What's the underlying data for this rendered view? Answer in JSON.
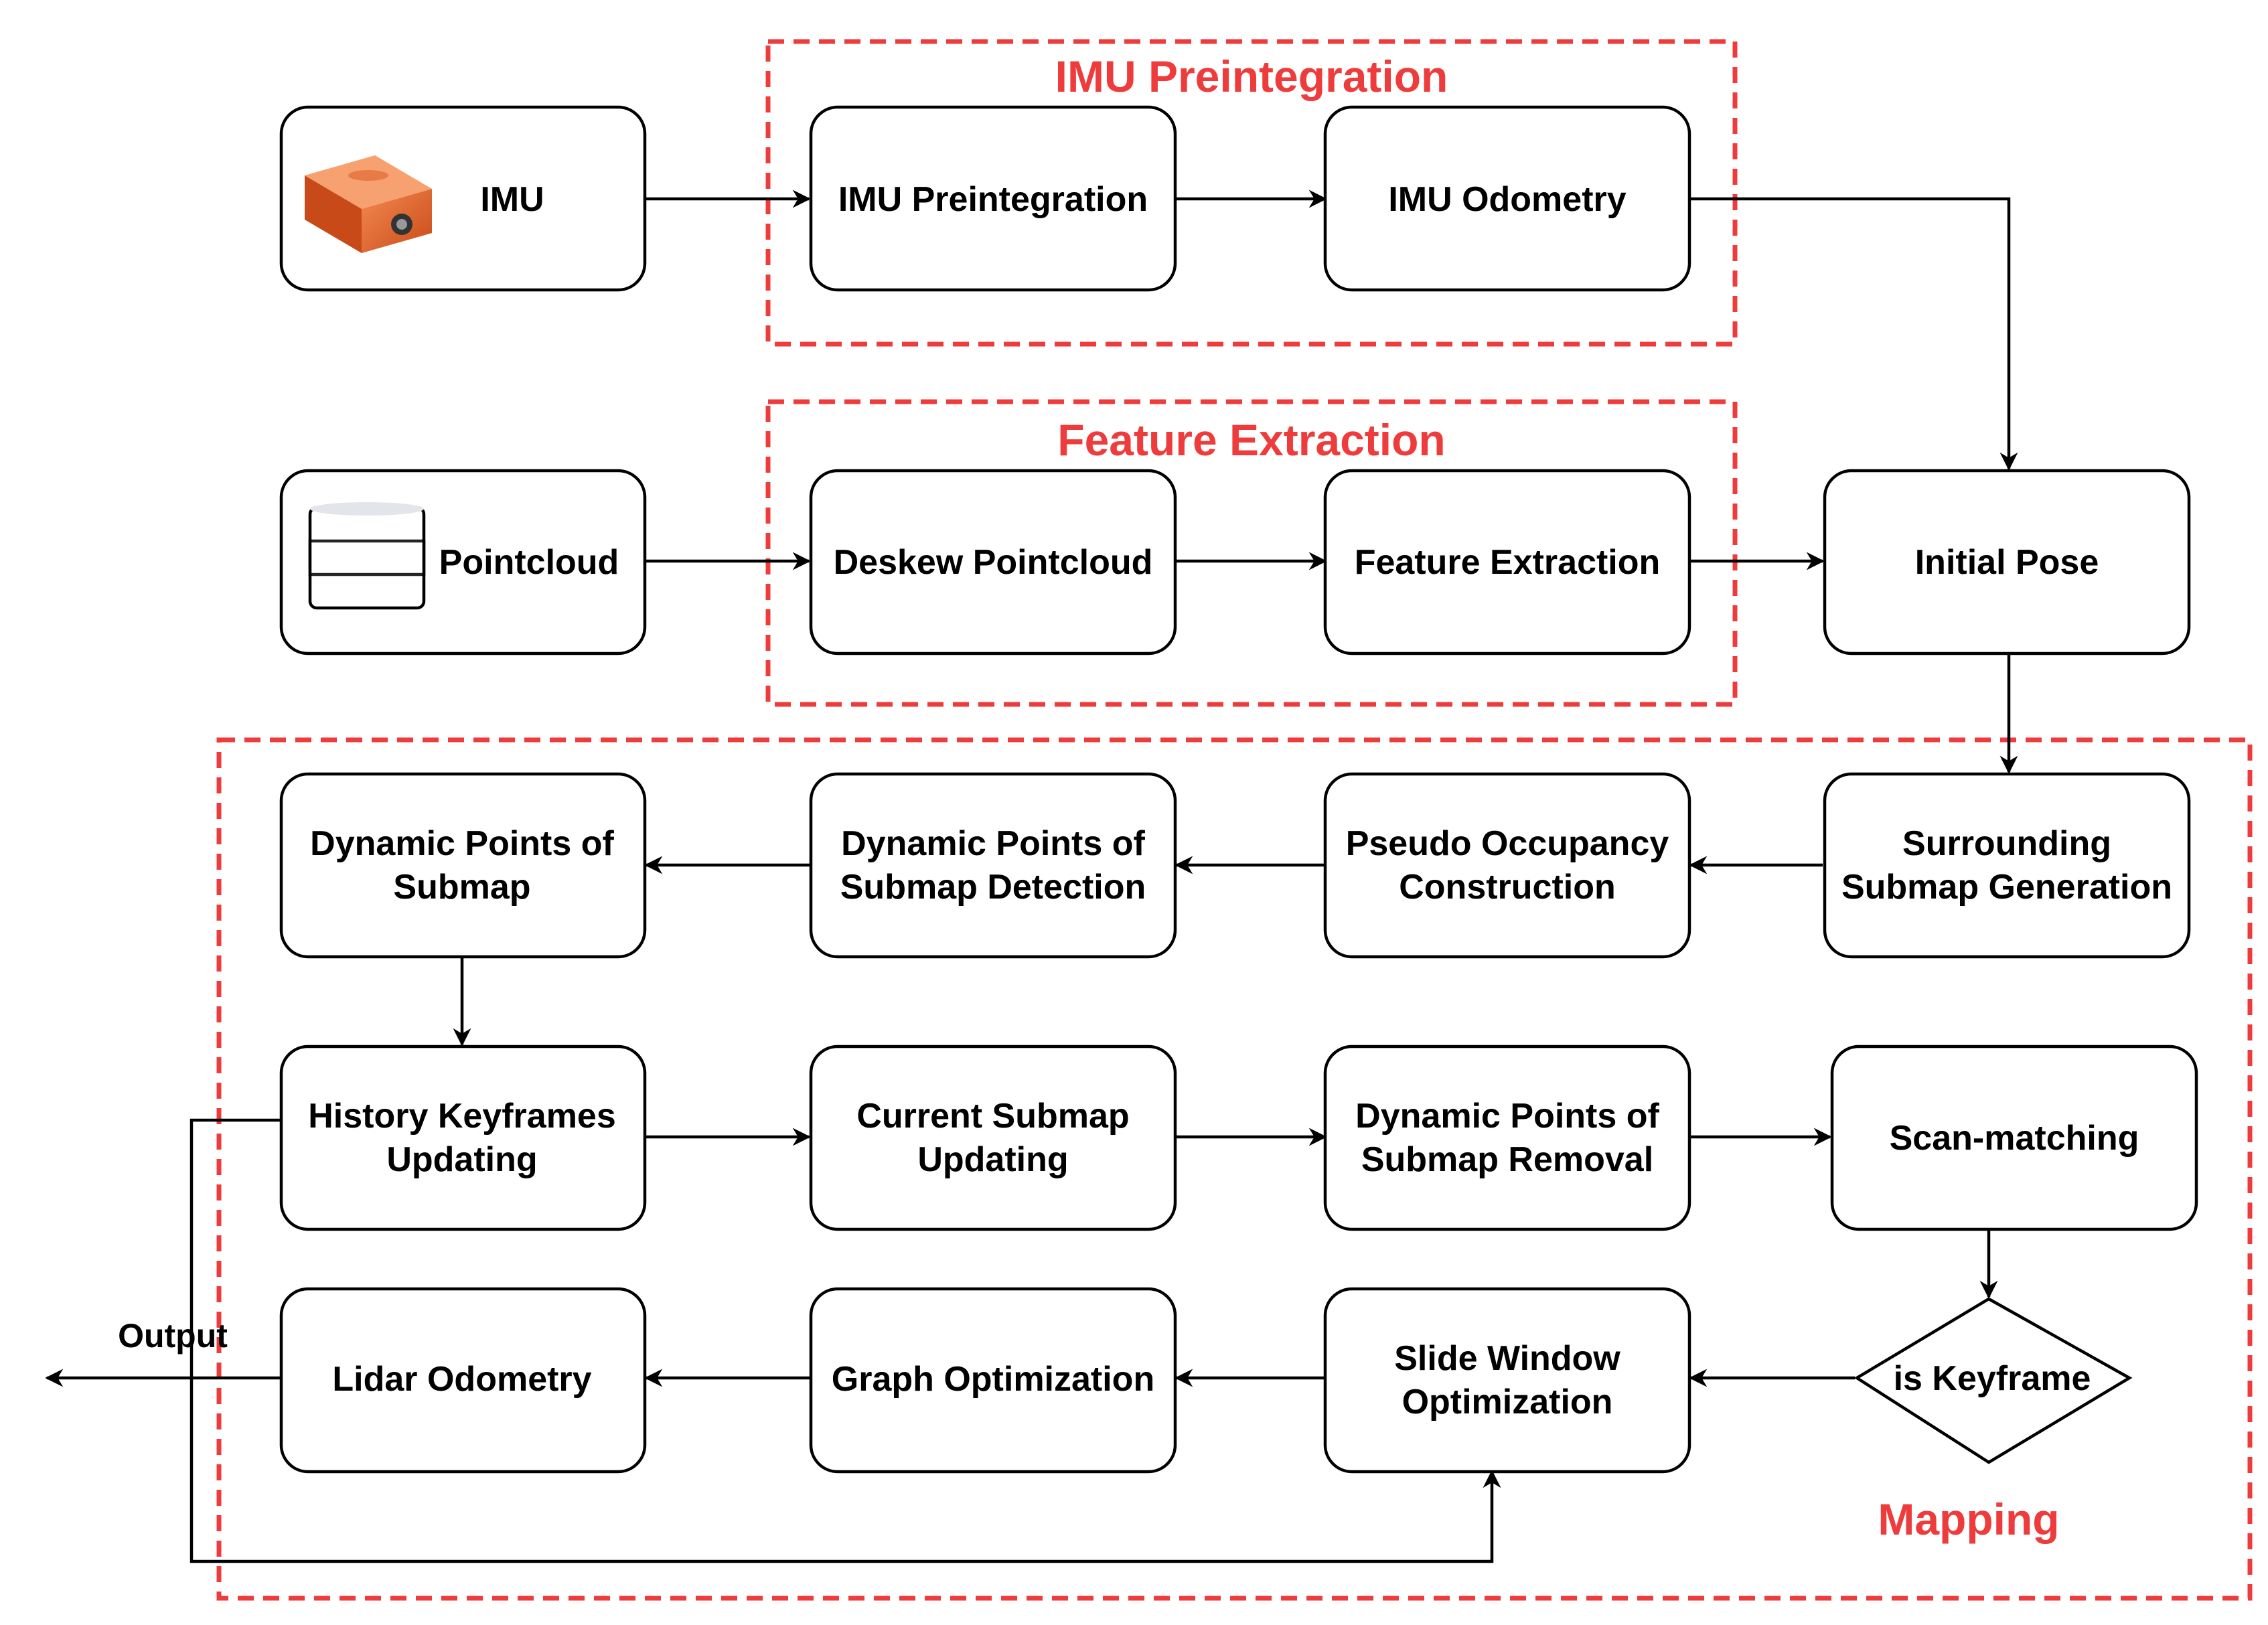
{
  "colors": {
    "group_border": "#ee3b3b",
    "group_title": "#ee3b3b",
    "box_border": "#000000",
    "box_fill": "#ffffff",
    "text": "#000000",
    "imu_device": "#e8642c",
    "lidar_device": "#1e5fa8"
  },
  "groups": {
    "imu_preintegration": {
      "title": "IMU Preintegration"
    },
    "feature_extraction": {
      "title": "Feature Extraction"
    },
    "mapping": {
      "title": "Mapping"
    }
  },
  "nodes": {
    "imu": {
      "line1": "IMU",
      "icon": "imu-sensor-icon"
    },
    "pointcloud": {
      "line1": "Pointcloud",
      "icon": "lidar-sensor-icon"
    },
    "imu_preintegration": {
      "line1": "IMU Preintegration"
    },
    "imu_odometry": {
      "line1": "IMU Odometry"
    },
    "deskew_pointcloud": {
      "line1": "Deskew Pointcloud"
    },
    "feature_extraction": {
      "line1": "Feature Extraction"
    },
    "initial_pose": {
      "line1": "Initial Pose"
    },
    "surrounding_submap": {
      "line1": "Surrounding",
      "line2": "Submap Generation"
    },
    "pseudo_occupancy": {
      "line1": "Pseudo Occupancy",
      "line2": "Construction"
    },
    "dyn_submap_detection": {
      "line1": "Dynamic Points of",
      "line2": "Submap Detection"
    },
    "dyn_points_submap": {
      "line1": "Dynamic Points of",
      "line2": "Submap"
    },
    "history_keyframes": {
      "line1": "History Keyframes",
      "line2": "Updating"
    },
    "current_submap": {
      "line1": "Current Submap",
      "line2": "Updating"
    },
    "dyn_submap_removal": {
      "line1": "Dynamic Points of",
      "line2": "Submap Removal"
    },
    "scan_matching": {
      "line1": "Scan-matching"
    },
    "is_keyframe": {
      "line1": "is Keyframe"
    },
    "slide_window": {
      "line1": "Slide Window",
      "line2": "Optimization"
    },
    "graph_optimization": {
      "line1": "Graph Optimization"
    },
    "lidar_odometry": {
      "line1": "Lidar Odometry"
    }
  },
  "output_label": "Output"
}
